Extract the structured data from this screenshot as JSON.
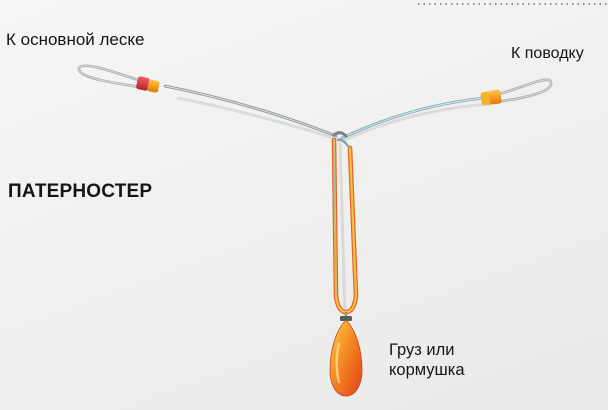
{
  "labels": {
    "main_line": "К основной леске",
    "leader": "К поводку",
    "title": "ПАТЕРНОСТЕР",
    "weight": "Груз или\nкормушка"
  },
  "icons": [
    "wire-loop-icon",
    "bead-icon",
    "sinker-icon"
  ],
  "colors": {
    "background": "#f2f2f0",
    "wire": "#9aa1a8",
    "wire_tube": "#f0c13a",
    "bead_left": "#d8353a",
    "bead_right": "#f2a21c",
    "sinker": "#f27820",
    "text": "#151515"
  }
}
